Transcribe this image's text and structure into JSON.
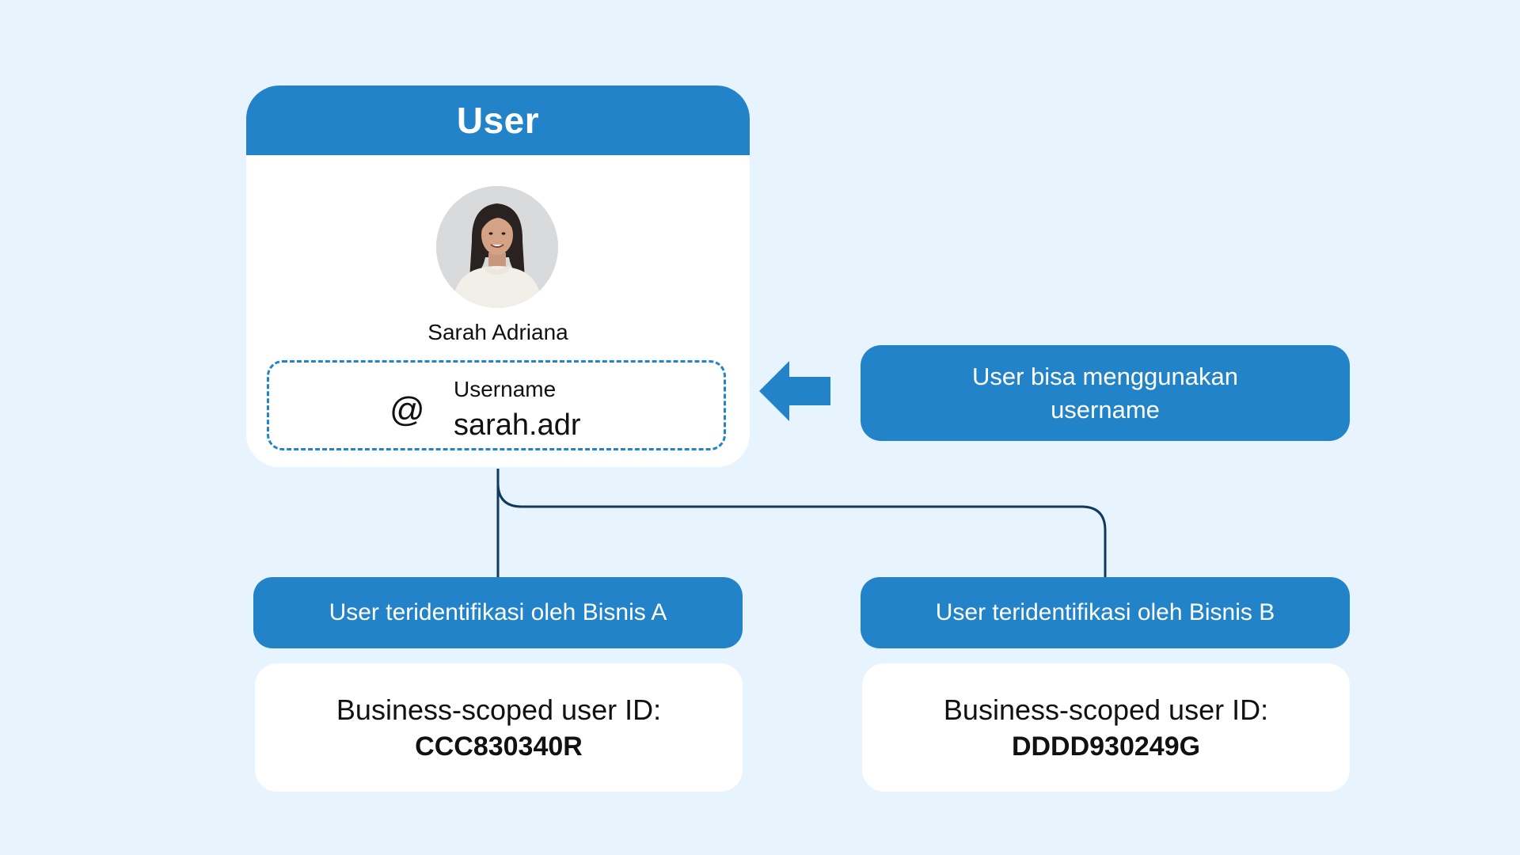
{
  "user_card": {
    "title": "User",
    "name": "Sarah Adriana",
    "username_label": "Username",
    "username_value": "sarah.adr",
    "at_symbol": "@"
  },
  "callout": {
    "text": "User bisa menggunakan username"
  },
  "businesses": [
    {
      "header": "User teridentifikasi oleh Bisnis A",
      "id_label": "Business-scoped user ID:",
      "id_value": "CCC830340R"
    },
    {
      "header": "User teridentifikasi oleh Bisnis B",
      "id_label": "Business-scoped user ID:",
      "id_value": "DDDD930249G"
    }
  ],
  "colors": {
    "background": "#e8f4fd",
    "accent": "#2383c8",
    "connector": "#0f3a5e"
  }
}
